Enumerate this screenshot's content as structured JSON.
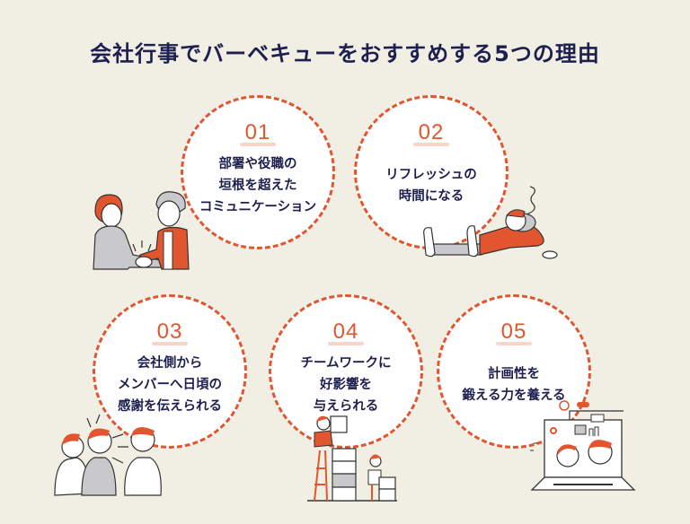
{
  "title": "会社行事でバーベキューをおすすめする5つの理由",
  "colors": {
    "background": "#f1eee4",
    "accent": "#e2562f",
    "text": "#1d1f4f",
    "circle_fill": "#ffffff"
  },
  "reasons": [
    {
      "number": "01",
      "lines": [
        "部署や役職の",
        "垣根を超えた",
        "コミュニケーション"
      ],
      "illustration": "handshake-illustration"
    },
    {
      "number": "02",
      "lines": [
        "リフレッシュの",
        "時間になる"
      ],
      "illustration": "resting-person-illustration"
    },
    {
      "number": "03",
      "lines": [
        "会社側から",
        "メンバーへ日頃の",
        "感謝を伝えられる"
      ],
      "illustration": "conversation-illustration"
    },
    {
      "number": "04",
      "lines": [
        "チームワークに",
        "好影響を",
        "与えられる"
      ],
      "illustration": "teamwork-boxes-illustration"
    },
    {
      "number": "05",
      "lines": [
        "計画性を",
        "鍛える力を養える"
      ],
      "illustration": "planning-laptop-illustration"
    }
  ]
}
